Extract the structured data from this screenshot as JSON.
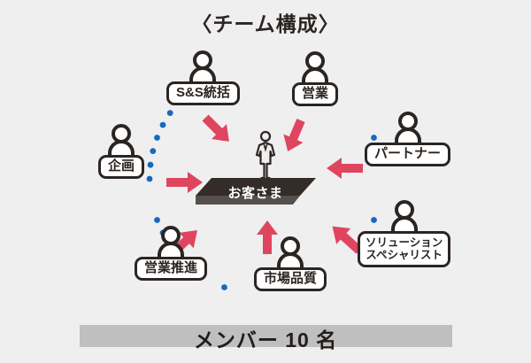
{
  "title": "〈チーム構成〉",
  "colors": {
    "background": "#efeff0",
    "outline": "#2b2522",
    "arrow": "#e0455f",
    "dot": "#1469c0",
    "platform_top": "#332c29",
    "platform_bottom": "#55504d",
    "banner": "#bfbfbf"
  },
  "center": {
    "label": "お客さま",
    "icon": "person-figure-icon"
  },
  "members": [
    {
      "id": "ss-tokatsu",
      "label": "S&S統括",
      "lines": [
        "S&S統括"
      ],
      "icon": "person-icon"
    },
    {
      "id": "eigyo",
      "label": "営業",
      "lines": [
        "営業"
      ],
      "icon": "person-icon"
    },
    {
      "id": "partner",
      "label": "パートナー",
      "lines": [
        "パートナー"
      ],
      "icon": "person-icon"
    },
    {
      "id": "solution",
      "label": "ソリューションスペシャリスト",
      "lines": [
        "ソリューション",
        "スペシャリスト"
      ],
      "icon": "person-icon"
    },
    {
      "id": "shijo",
      "label": "市場品質",
      "lines": [
        "市場品質"
      ],
      "icon": "person-icon"
    },
    {
      "id": "suishin",
      "label": "営業推進",
      "lines": [
        "営業推進"
      ],
      "icon": "person-icon"
    },
    {
      "id": "kikaku",
      "label": "企画",
      "lines": [
        "企画"
      ],
      "icon": "person-icon"
    }
  ],
  "banner": {
    "text": "メンバー 10 名"
  }
}
